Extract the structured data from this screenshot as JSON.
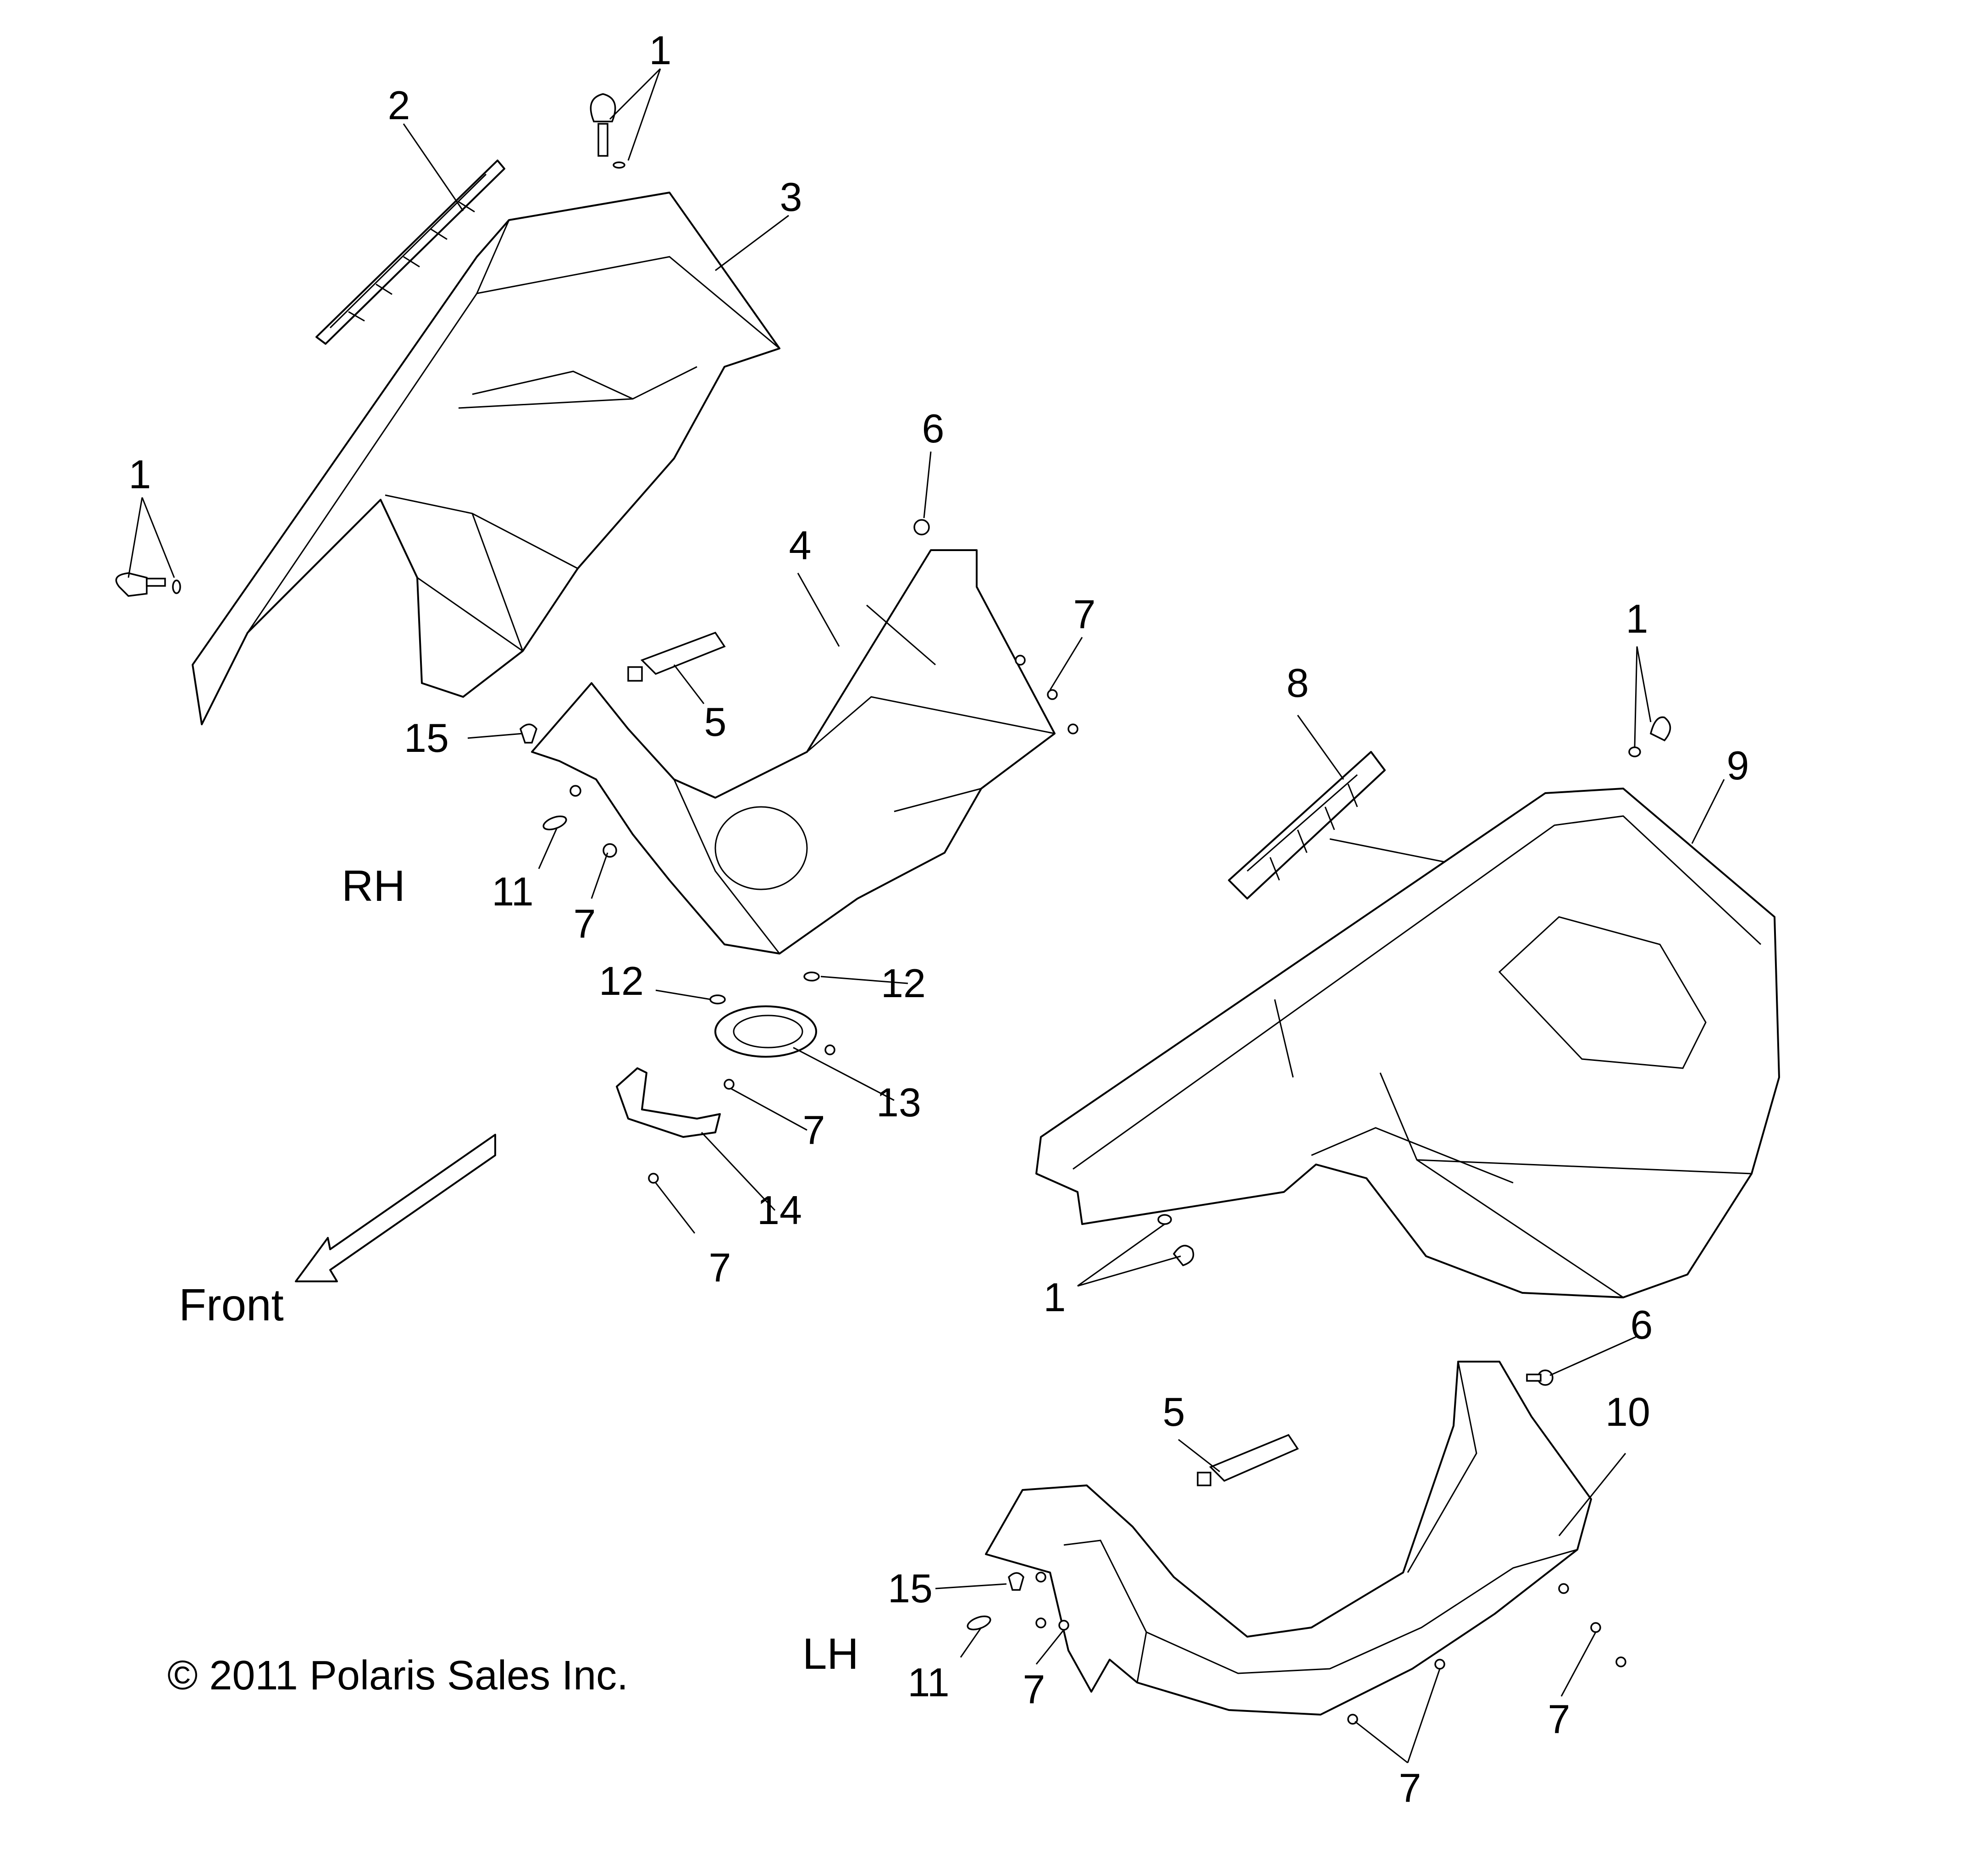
{
  "callouts": [
    {
      "id": "c1a",
      "label": "1"
    },
    {
      "id": "c2",
      "label": "2"
    },
    {
      "id": "c3",
      "label": "3"
    },
    {
      "id": "c1b",
      "label": "1"
    },
    {
      "id": "c6a",
      "label": "6"
    },
    {
      "id": "c4",
      "label": "4"
    },
    {
      "id": "c7a",
      "label": "7"
    },
    {
      "id": "c5a",
      "label": "5"
    },
    {
      "id": "c15a",
      "label": "15"
    },
    {
      "id": "c11a",
      "label": "11"
    },
    {
      "id": "c7b",
      "label": "7"
    },
    {
      "id": "c12a",
      "label": "12"
    },
    {
      "id": "c12b",
      "label": "12"
    },
    {
      "id": "c13",
      "label": "13"
    },
    {
      "id": "c7c",
      "label": "7"
    },
    {
      "id": "c14",
      "label": "14"
    },
    {
      "id": "c7d",
      "label": "7"
    },
    {
      "id": "c8",
      "label": "8"
    },
    {
      "id": "c1c",
      "label": "1"
    },
    {
      "id": "c9",
      "label": "9"
    },
    {
      "id": "c1d",
      "label": "1"
    },
    {
      "id": "c6b",
      "label": "6"
    },
    {
      "id": "c10",
      "label": "10"
    },
    {
      "id": "c5b",
      "label": "5"
    },
    {
      "id": "c15b",
      "label": "15"
    },
    {
      "id": "c11b",
      "label": "11"
    },
    {
      "id": "c7e",
      "label": "7"
    },
    {
      "id": "c7f",
      "label": "7"
    },
    {
      "id": "c7g",
      "label": "7"
    }
  ],
  "labels": {
    "rh": "RH",
    "lh": "LH",
    "front": "Front",
    "copyright": "© 2011 Polaris Sales Inc."
  }
}
